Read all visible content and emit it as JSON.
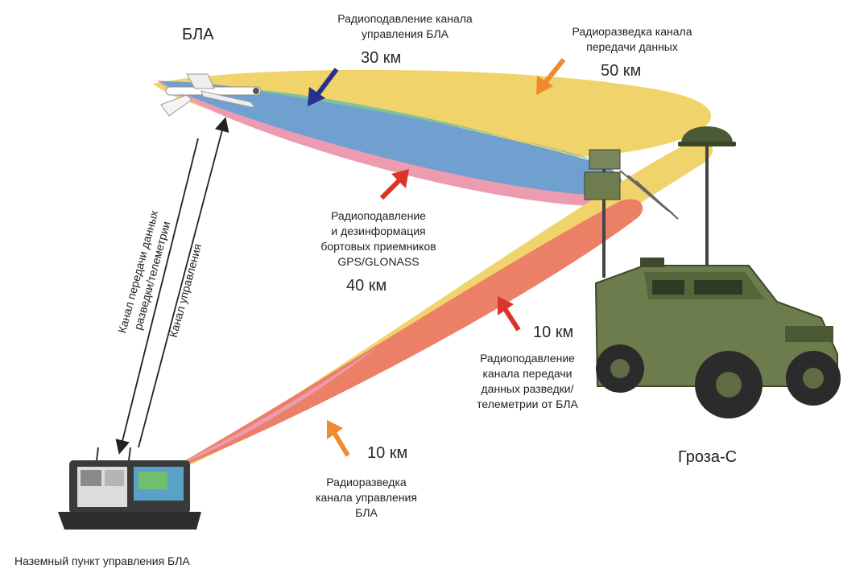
{
  "labels": {
    "uav": "БЛА",
    "suppress_control": "Радиоподавление канала\nуправления БЛА",
    "suppress_control_range": "30 км",
    "recon_data": "Радиоразведка канала\nпередачи данных",
    "recon_data_range": "50 км",
    "gnss_suppress": "Радиоподавление\nи дезинформация\nбортовых приемников\nGPS/GLONASS",
    "gnss_suppress_range": "40 км",
    "telemetry_suppress_range": "10 км",
    "telemetry_suppress": "Радиоподавление\nканала передачи\nданных разведки/\nтелеметрии от БЛА",
    "control_recon_range": "10 км",
    "control_recon": "Радиоразведка\nканала управления\nБЛА",
    "system_name": "Гроза-С",
    "ground_station": "Наземный пункт управления БЛА",
    "data_link": "Канал передачи данных\nразведки/телеметрии",
    "control_link": "Канал управления"
  },
  "colors": {
    "yellow": "#f1d36b",
    "pink": "#ec9bb0",
    "blue": "#6fa0cf",
    "green": "#7cc3a0",
    "orange_red": "#ec8066",
    "arrow_blue": "#27308a",
    "arrow_orange": "#ef8a2f",
    "arrow_red": "#d8352b",
    "vehicle": "#6c7c4c"
  },
  "icons": {
    "uav": "uav-drone-icon",
    "vehicle": "armored-vehicle-icon",
    "ground_station": "control-station-case-icon"
  }
}
